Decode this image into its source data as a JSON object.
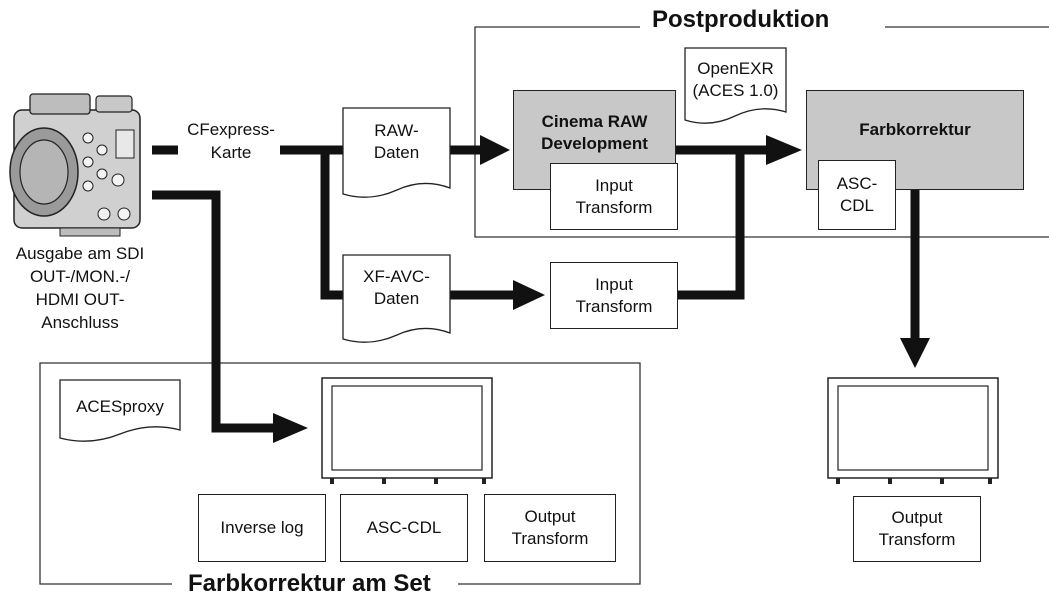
{
  "sections": {
    "postproduction_title": "Postproduktion",
    "onset_title": "Farbkorrektur am Set"
  },
  "camera": {
    "output_label": "Ausgabe am SDI\nOUT-/MON.-/\nHDMI OUT-\nAnschluss"
  },
  "storage": {
    "label": "CFexpress-\nKarte"
  },
  "documents": {
    "raw": "RAW-\nDaten",
    "xfavc": "XF-AVC-\nDaten",
    "openexr": "OpenEXR\n(ACES 1.0)",
    "acesproxy": "ACESproxy"
  },
  "boxes": {
    "cinema_raw": "Cinema RAW\nDevelopment",
    "input_transform_raw": "Input\nTransform",
    "input_transform_xf": "Input\nTransform",
    "farbkorrektur": "Farbkorrektur",
    "asc_cdl_post": "ASC-\nCDL",
    "output_transform_post": "Output\nTransform",
    "inverse_log": "Inverse log",
    "asc_cdl_set": "ASC-CDL",
    "output_transform_set": "Output\nTransform"
  },
  "colors": {
    "line": "#111111",
    "gray_box": "#c8c8c8",
    "frame": "#333333"
  }
}
